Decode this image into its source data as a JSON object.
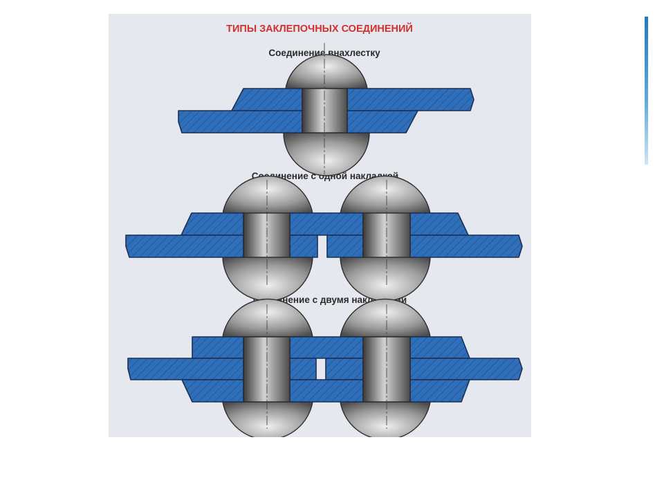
{
  "diagram": {
    "title": "ТИПЫ ЗАКЛЕПОЧНЫХ СОЕДИНЕНИЙ",
    "sections": [
      {
        "label": "Соединение внахлестку"
      },
      {
        "label": "Соединение с одной накладкой"
      },
      {
        "label": "Соединение с двумя накладками"
      }
    ]
  },
  "colors": {
    "title": "#d0312d",
    "plate": "#2f6fba",
    "background": "#e6e8ef",
    "accent": "#1e7ac4"
  }
}
